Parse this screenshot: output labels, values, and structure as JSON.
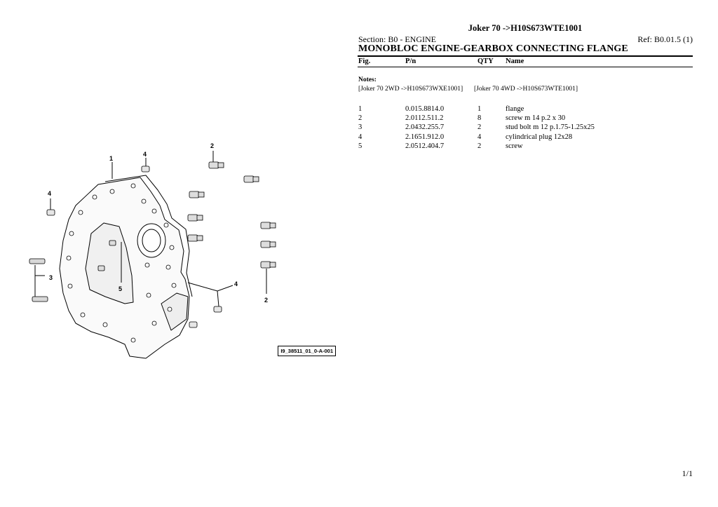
{
  "header": {
    "title": "Joker 70 ->H10S673WTE1001",
    "section": "Section: B0 - ENGINE",
    "ref": "Ref: B0.01.5 (1)",
    "main_title": "MONOBLOC ENGINE-GEARBOX CONNECTING FLANGE"
  },
  "columns": {
    "fig": "Fig.",
    "pn": "P/n",
    "qty": "QTY",
    "name": "Name"
  },
  "notes": {
    "label": "Notes:",
    "items": [
      "[Joker 70 2WD ->H10S673WXE1001]",
      "[Joker 70 4WD ->H10S673WTE1001]"
    ]
  },
  "parts": [
    {
      "fig": "1",
      "pn": "0.015.8814.0",
      "qty": "1",
      "name": "flange"
    },
    {
      "fig": "2",
      "pn": "2.0112.511.2",
      "qty": "8",
      "name": "screw m 14 p.2 x 30"
    },
    {
      "fig": "3",
      "pn": "2.0432.255.7",
      "qty": "2",
      "name": "stud bolt m 12 p.1.75-1.25x25"
    },
    {
      "fig": "4",
      "pn": "2.1651.912.0",
      "qty": "4",
      "name": "cylindrical plug 12x28"
    },
    {
      "fig": "5",
      "pn": "2.0512.404.7",
      "qty": "2",
      "name": "screw"
    }
  ],
  "diagram": {
    "callouts": [
      "1",
      "4",
      "2",
      "4",
      "3",
      "5",
      "4",
      "2"
    ],
    "figure_id": "I9_38511_01_0-A-001"
  },
  "footer": {
    "page": "1/1"
  }
}
